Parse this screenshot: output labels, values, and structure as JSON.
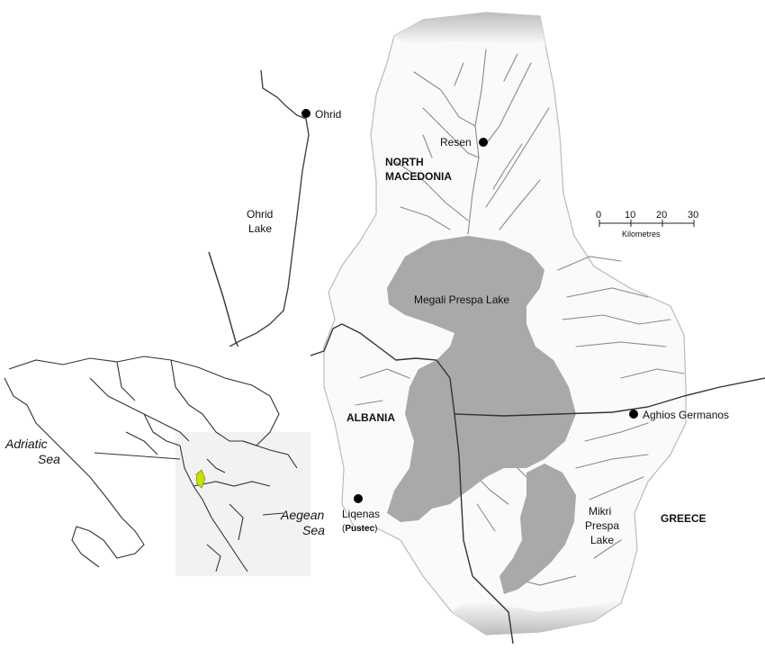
{
  "map": {
    "lakes": {
      "megali": "Megali Prespa Lake",
      "mikri_1": "Mikri",
      "mikri_2": "Prespa",
      "mikri_3": "Lake",
      "ohrid_1": "Ohrid",
      "ohrid_2": "Lake"
    },
    "countries": {
      "north_macedonia_1": "NORTH",
      "north_macedonia_2": "MACEDONIA",
      "albania": "ALBANIA",
      "greece": "GREECE"
    },
    "towns": {
      "ohrid": "Ohrid",
      "resen": "Resen",
      "aghios_germanos": "Aghios Germanos",
      "liqenas": "Liqenas",
      "pustec": "Pustec"
    },
    "seas": {
      "adriatic_1": "Adriatic",
      "adriatic_2": "Sea",
      "aegean_1": "Aegean",
      "aegean_2": "Sea"
    },
    "scale": {
      "ticks": [
        "0",
        "10",
        "20",
        "30"
      ],
      "unit": "Kilometres"
    },
    "colors": {
      "lake": "#a9a9a9",
      "land_shade": "#d8d8d8",
      "river": "#8a8a8a",
      "border": "#333333",
      "highlight": "#c8e000"
    }
  }
}
